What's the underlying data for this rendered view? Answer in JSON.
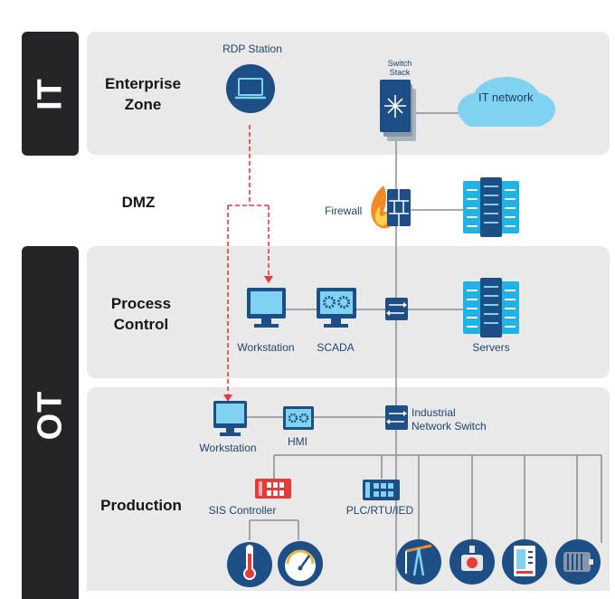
{
  "sides": {
    "it": "IT",
    "ot": "OT"
  },
  "zones": {
    "enterprise": [
      "Enterprise",
      "Zone"
    ],
    "dmz": "DMZ",
    "process": [
      "Process",
      "Control"
    ],
    "production": "Production"
  },
  "devices": {
    "rdp_station": "RDP Station",
    "switch_stack": [
      "Switch",
      "Stack"
    ],
    "it_network": "IT network",
    "firewall": "Firewall",
    "workstation_pc": "Workstation",
    "scada": "SCADA",
    "servers": "Servers",
    "industrial_switch": [
      "Industrial",
      "Network Switch"
    ],
    "workstation_prod": "Workstation",
    "hmi": "HMI",
    "sis_controller": "SIS Controller",
    "plc": "PLC/RTU/IED"
  },
  "colors": {
    "navy": "#1d4f86",
    "light_blue": "#7fd3f0",
    "cyan": "#1fb4e5",
    "red": "#e43b3b",
    "zone_bg": "#e9e9ea",
    "side_bg": "#242527"
  }
}
